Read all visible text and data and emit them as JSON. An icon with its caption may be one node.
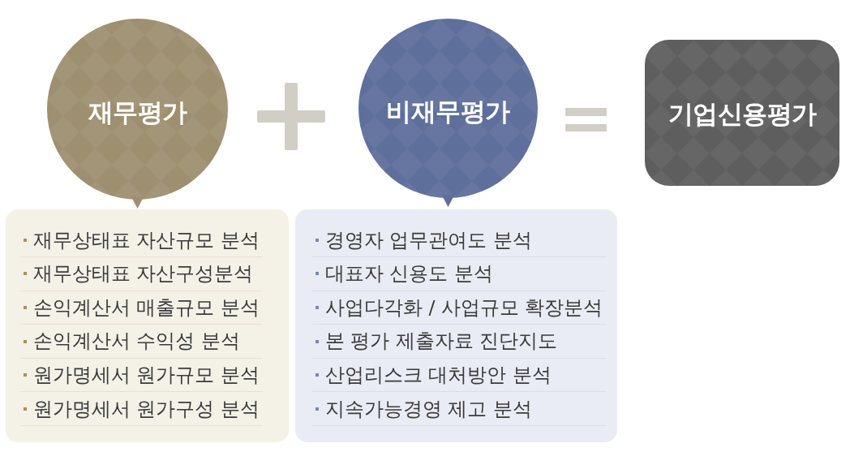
{
  "diagram": {
    "nodes": [
      {
        "text": [
          "재무평가"
        ]
      },
      {
        "text": [
          "비재무평가"
        ]
      },
      {
        "text": [
          "기업신용평가"
        ]
      },
      {
        "text": [
          "재무상태표 자산규모 분석",
          "재무상태표 자산구성분석",
          "손익계산서 매출규모 분석",
          "손익계산서 수익성 분석",
          "원가명세서 원가규모 분석",
          "원가명세서 원가구성 분석"
        ]
      },
      {
        "text": [
          "경영자 업무관여도 분석",
          "대표자 신용도 분석",
          "사업다각화 / 사업규모 확장분석",
          "본 평가 제출자료 진단지도",
          "산업리스크 대처방안 분석",
          "지속가능경영 제고 분석"
        ]
      }
    ]
  }
}
